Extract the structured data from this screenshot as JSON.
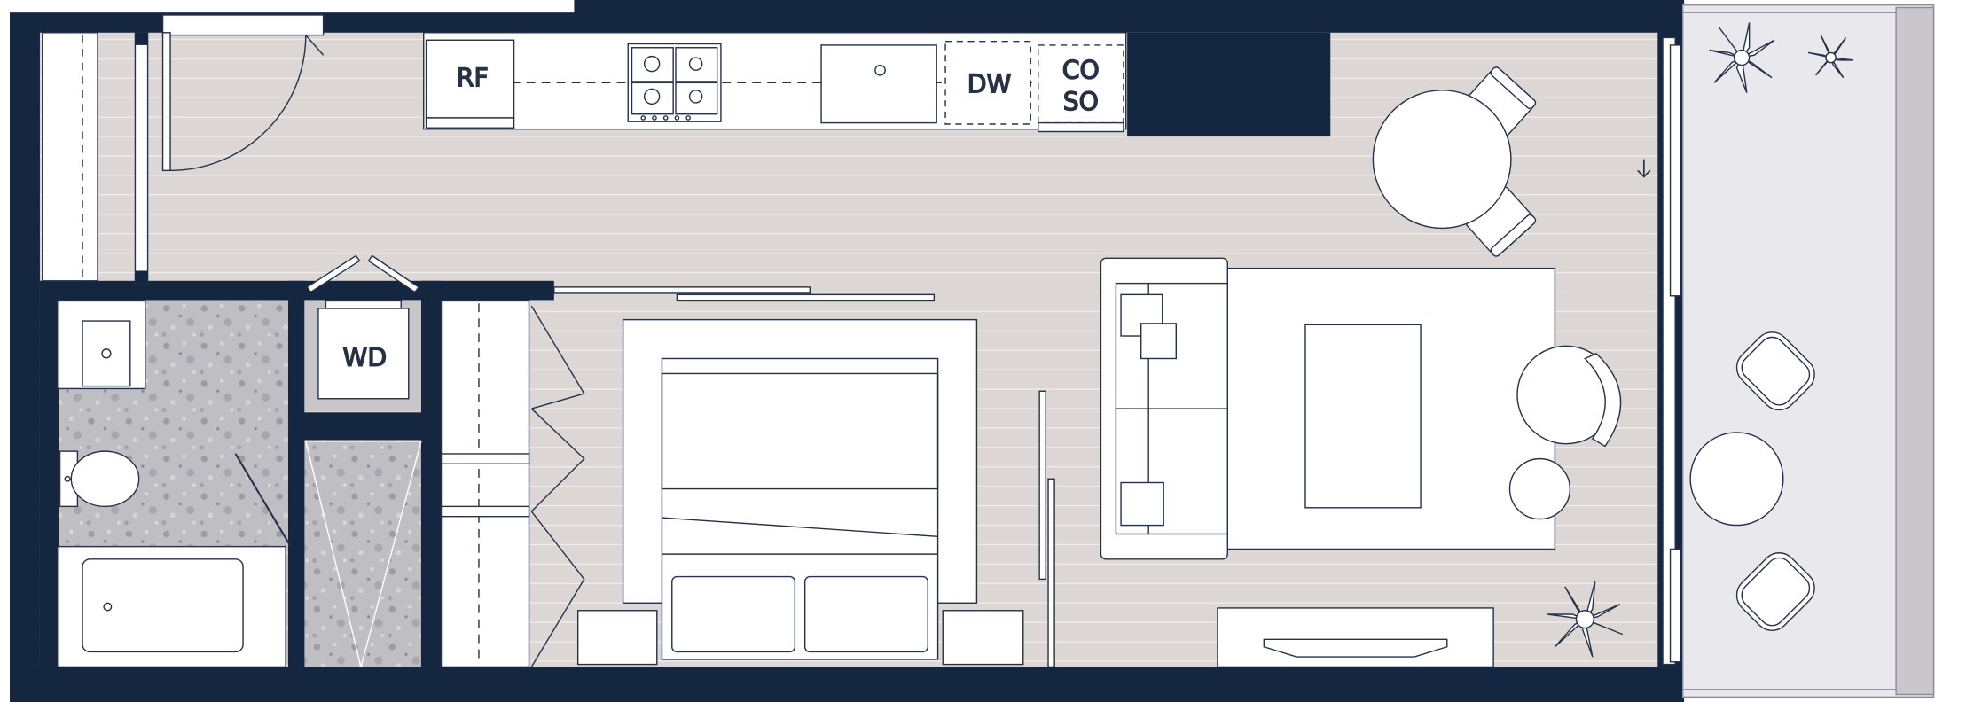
{
  "labels": {
    "refrigerator": "RF",
    "dishwasher": "DW",
    "combo_line1": "CO",
    "combo_line2": "SO",
    "washer_dryer": "WD"
  },
  "colors": {
    "wall": "#152641",
    "floor": "#dcd7d5",
    "plank_line": "#f1eeec",
    "balcony": "#e9e8ec",
    "stone": "#bdbcc1",
    "line": "#26324a",
    "white": "#ffffff"
  },
  "icons": [
    "door-swing-icon",
    "cooktop-icon",
    "sink-icon",
    "toilet-icon",
    "bathtub-icon",
    "plant-icon",
    "armchair-icon",
    "arrow-down-icon"
  ]
}
